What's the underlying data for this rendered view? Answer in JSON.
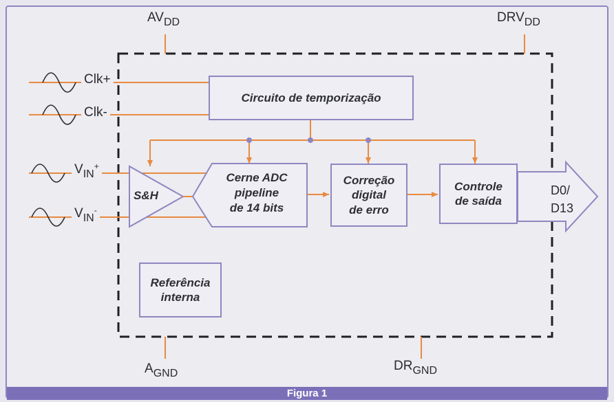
{
  "labels": {
    "avdd": {
      "main": "AV",
      "sub": "DD"
    },
    "drvdd": {
      "main": "DRV",
      "sub": "DD"
    },
    "agnd": {
      "main": "A",
      "sub": "GND"
    },
    "drgnd": {
      "main": "DR",
      "sub": "GND"
    },
    "clk_plus": "Clk+",
    "clk_minus": "Clk-",
    "vin_plus": {
      "main": "V",
      "sub": "IN",
      "sup": "+"
    },
    "vin_minus": {
      "main": "V",
      "sub": "IN",
      "sup": "-"
    },
    "output": [
      "D0/",
      "D13"
    ]
  },
  "blocks": {
    "timing": "Circuito de temporização",
    "sh": "S&H",
    "adc_core": [
      "Cerne ADC",
      "pipeline",
      "de 14 bits"
    ],
    "error_correction": [
      "Correção",
      "digital",
      "de erro"
    ],
    "output_control": [
      "Controle",
      "de saída"
    ],
    "reference": [
      "Referência",
      "interna"
    ]
  },
  "caption": "Figura 1",
  "colors": {
    "block_border": "#8f86c1",
    "signal_line": "#e98a3e",
    "chip_outline": "#1f1f24",
    "caption_bg": "#7b70b8"
  }
}
